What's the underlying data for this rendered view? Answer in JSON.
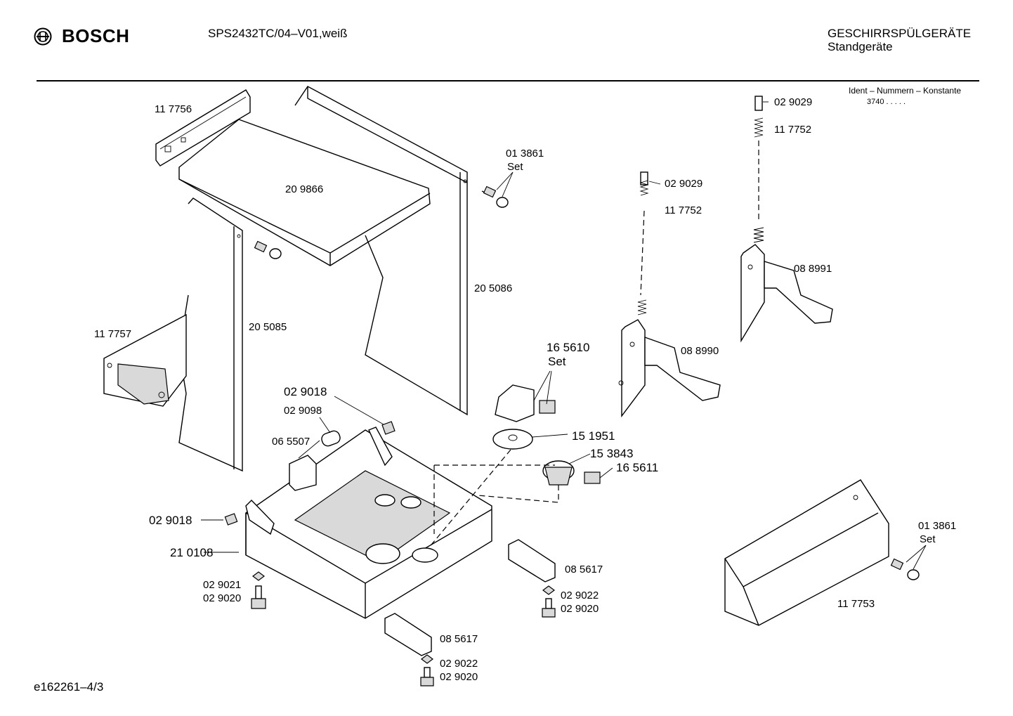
{
  "header": {
    "brand": "BOSCH",
    "model": "SPS2432TC/04–V01,weiß",
    "category_line1": "GESCHIRRSPÜLGERÄTE",
    "category_line2": "Standgeräte",
    "ident_label": "Ident – Nummern – Konstante",
    "ident_value": "3740  .  .  .  .  ."
  },
  "footer": {
    "drawing_id": "e162261–4/3"
  },
  "parts": {
    "p117756": "11 7756",
    "p209866": "20 9866",
    "p013861a": "01 3861",
    "set_a": "Set",
    "p205086": "20 5086",
    "p205085": "20 5085",
    "p117757": "11 7757",
    "p029029a": "02 9029",
    "p117752a": "11 7752",
    "p029029b": "02 9029",
    "p117752b": "11 7752",
    "p088991": "08 8991",
    "p088990": "08 8990",
    "p165610": "16 5610",
    "set_b": "Set",
    "p029018a": "02 9018",
    "p029098": "02 9098",
    "p065507": "06 5507",
    "p151951": "15 1951",
    "p153843": "15 3843",
    "p165611": "16 5611",
    "p029018b": "02 9018",
    "p210108": "21 0108",
    "p029021": "02 9021",
    "p029020a": "02 9020",
    "p085617a": "08 5617",
    "p029022a": "02 9022",
    "p029020b": "02 9020",
    "p085617b": "08 5617",
    "p029022b": "02 9022",
    "p029020c": "02 9020",
    "p013861b": "01 3861",
    "set_c": "Set",
    "p117753": "11 7753"
  }
}
